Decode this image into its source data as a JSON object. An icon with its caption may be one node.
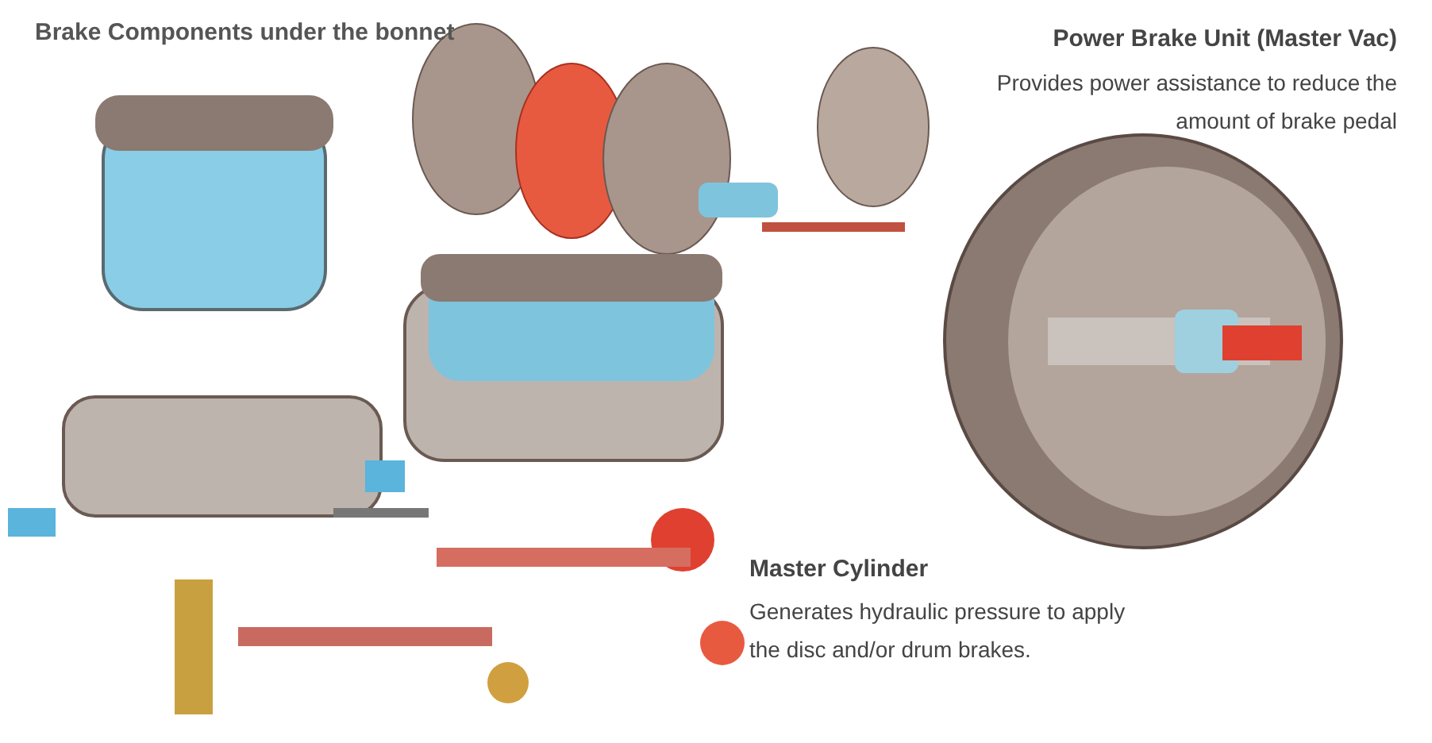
{
  "diagram": {
    "title": "Brake Components under the bonnet",
    "labels": [
      "Power Brake Unit (Master Vac)",
      "Provides power assistance to reduce the amount of brake pedal",
      "Master Cylinder",
      "Generates hydraulic pressure to apply the disc and/or drum brakes."
    ]
  }
}
